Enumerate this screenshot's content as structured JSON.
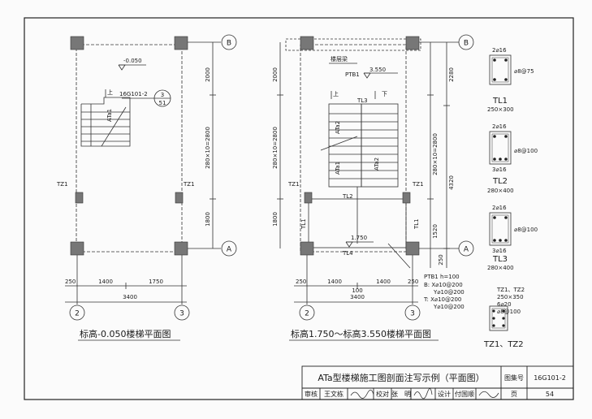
{
  "left_plan": {
    "elevation": "-0.050",
    "axis_top": "B",
    "axis_bottom": "A",
    "callout_ref": "16G101-2",
    "callout_num": "3",
    "callout_page": "51",
    "up_label": "上",
    "flight": "ATa1",
    "column_left": "TZ1",
    "column_right": "TZ1",
    "dim_v": [
      "2000",
      "280×10=2800",
      "1800"
    ],
    "dim_h": [
      "250",
      "1400",
      "1750"
    ],
    "dim_total": "3400",
    "axis_left": "2",
    "axis_right": "3",
    "caption": "标高-0.050楼梯平面图"
  },
  "right_plan": {
    "beam_label": "楼层梁",
    "ptb_top": "PTB1",
    "elevation_top": "3.550",
    "up_label": "上",
    "down_label": "下",
    "tl3": "TL3",
    "flight_a2_left": "ATa2",
    "flight_a2_right": "ATa2",
    "flight_a1": "ATa1",
    "tl2": "TL2",
    "column_left": "TZ1",
    "column_right": "TZ1",
    "tl1_left": "TL1",
    "tl1_right": "TL1",
    "elevation_mid": "1.750",
    "tl4": "TL4",
    "axis_top": "B",
    "axis_bottom": "A",
    "dim_v_left": [
      "2000",
      "280×10=2800",
      "1800"
    ],
    "dim_v_right_outer": [
      "2280",
      "4320",
      "250"
    ],
    "dim_v_right_inner": [
      "280×10=2800",
      "1520"
    ],
    "dim_h": [
      "250",
      "1400",
      "1400",
      "250"
    ],
    "dim_mid": "100",
    "dim_total": "3400",
    "axis_left": "2",
    "axis_right": "3",
    "caption": "标高1.750～标高3.550楼梯平面图",
    "ptb_spec": [
      "PTB1 h=100",
      "B: X⌀10@200",
      "Y⌀10@200",
      "T: X⌀10@200",
      "Y⌀10@200"
    ]
  },
  "sections": [
    {
      "name": "TL1",
      "top": "2⌀16",
      "bottom": "",
      "stirrup": "⌀8@75",
      "size": "250×300"
    },
    {
      "name": "TL2",
      "top": "2⌀16",
      "bottom": "3⌀16",
      "stirrup": "⌀8@100",
      "size": "280×400"
    },
    {
      "name": "TL3",
      "top": "2⌀16",
      "bottom": "3⌀16",
      "stirrup": "⌀8@100",
      "size": "280×400"
    }
  ],
  "column_spec": [
    "TZ1、TZ2",
    "250×350",
    "6⌀20",
    "⌀8@100"
  ],
  "column_label": "TZ1、TZ2",
  "title_block": {
    "title": "ATa型楼梯施工图剖面注写示例（平面图）",
    "atlas_label": "图集号",
    "atlas_no": "16G101-2",
    "review_label": "审核",
    "review_name": "王文栋",
    "check_label": "校对",
    "check_name": "张　明",
    "design_label": "设计",
    "design_name": "付国顺",
    "page_label": "页",
    "page_no": "54"
  }
}
